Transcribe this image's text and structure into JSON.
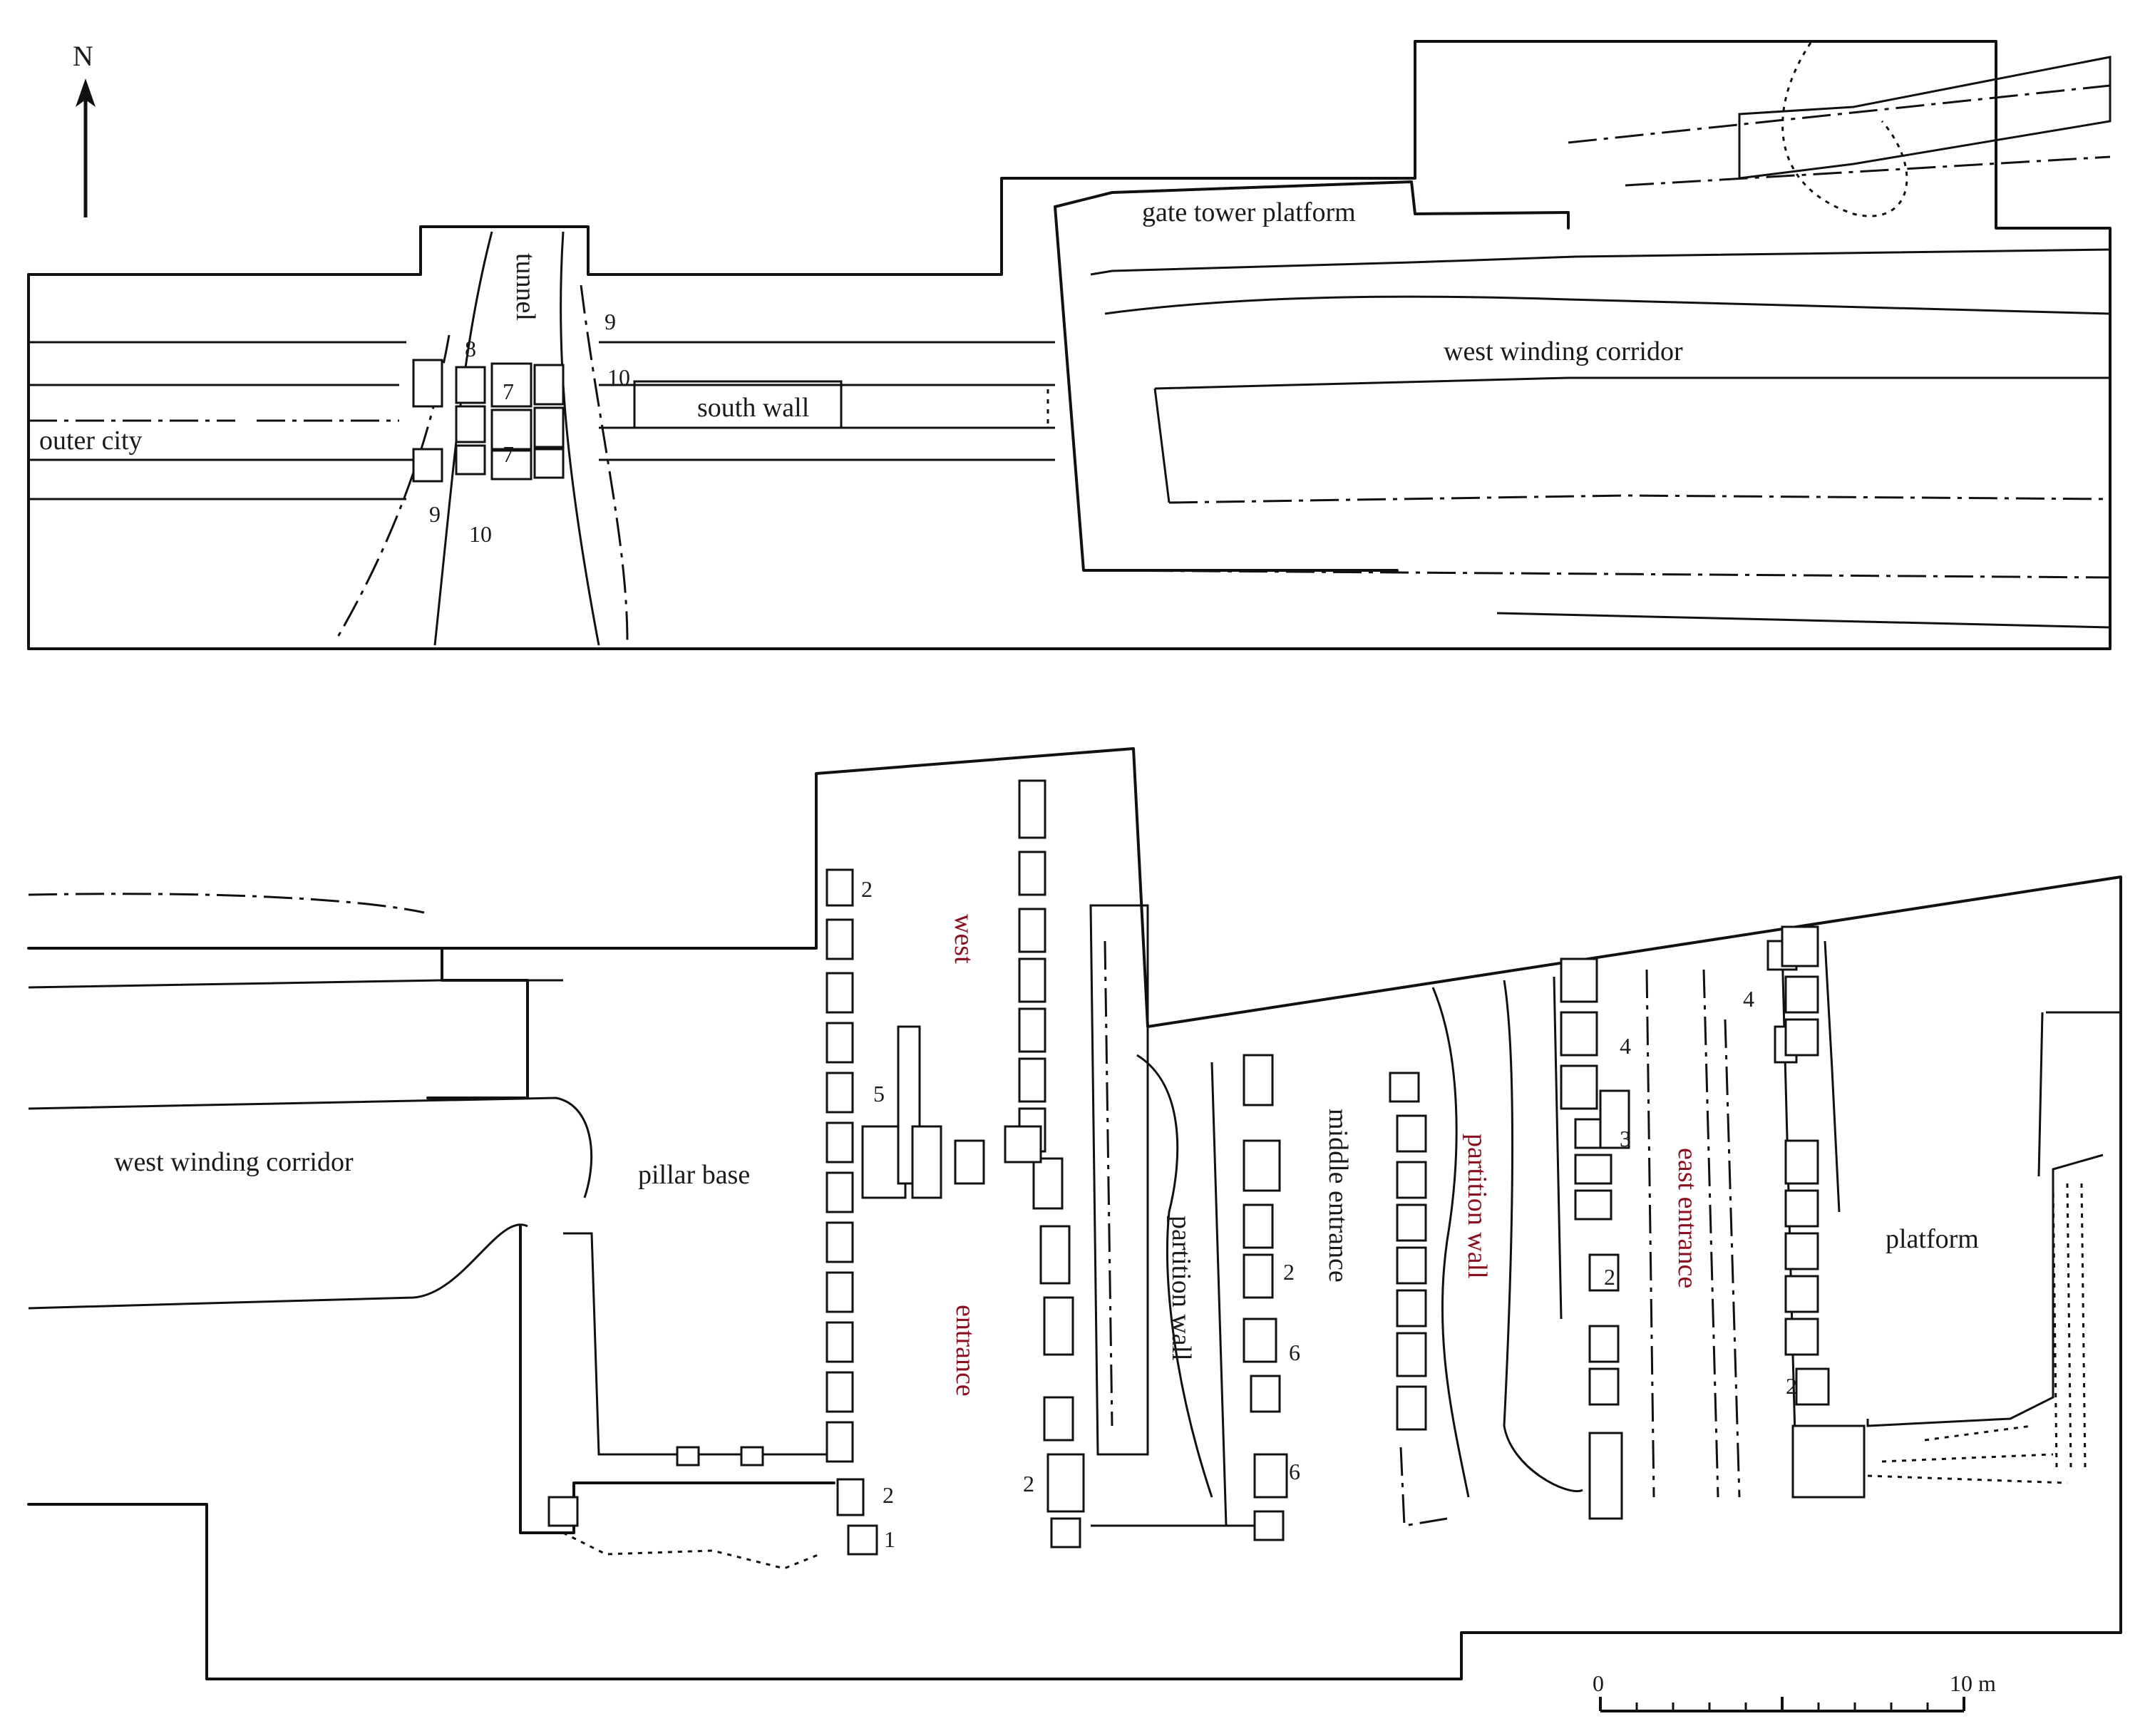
{
  "north": {
    "label": "N"
  },
  "top_plan": {
    "labels": {
      "gate_tower_platform": "gate tower platform",
      "west_winding_corridor": "west winding corridor",
      "tunnel": "tunnel",
      "south_wall": "south wall",
      "outer_city": "outer city"
    },
    "numbers": {
      "n8": "8",
      "n9a": "9",
      "n10a": "10",
      "n7a": "7",
      "n7b": "7",
      "n9b": "9",
      "n10b": "10"
    }
  },
  "bottom_plan": {
    "labels": {
      "west_winding_corridor": "west winding corridor",
      "pillar_base": "pillar base",
      "west": "west",
      "entrance": "entrance",
      "partition_wall_1": "partition wall",
      "middle_entrance": "middle entrance",
      "partition_wall_2": "partition wall",
      "east_entrance": "east entrance",
      "platform": "platform"
    },
    "numbers": {
      "a2": "2",
      "b5": "5",
      "c2": "2",
      "c1": "1",
      "d2": "2",
      "e2": "2",
      "e6a": "6",
      "e6b": "6",
      "f4": "4",
      "f3": "3",
      "f2": "2",
      "g4": "4",
      "g2": "2"
    }
  },
  "scale": {
    "start": "0",
    "end": "10 m"
  }
}
